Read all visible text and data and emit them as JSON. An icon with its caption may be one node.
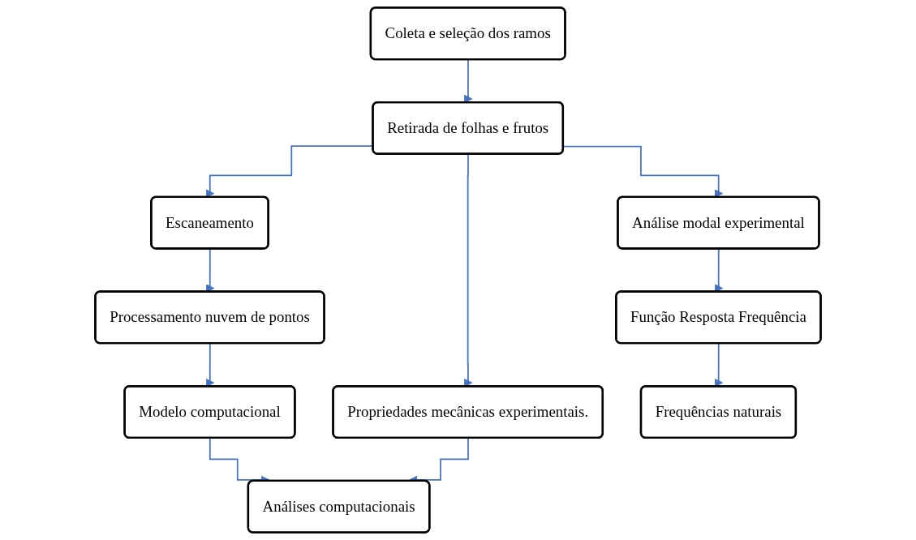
{
  "diagram": {
    "nodes": [
      {
        "text": [
          "Coleta e seleção dos ramos"
        ]
      },
      {
        "text": [
          "Retirada de folhas e frutos"
        ]
      },
      {
        "text": [
          "Escaneamento"
        ]
      },
      {
        "text": [
          "Propriedades mecânicas experimentais."
        ]
      },
      {
        "text": [
          "Análise modal experimental"
        ]
      },
      {
        "text": [
          "Processamento nuvem de pontos"
        ]
      },
      {
        "text": [
          "Modelo computacional"
        ]
      },
      {
        "text": [
          "Função Resposta Frequência"
        ]
      },
      {
        "text": [
          "Análises computacionais"
        ]
      },
      {
        "text": [
          "Frequências naturais"
        ]
      }
    ],
    "edges": [
      {
        "from": 0,
        "to": 1,
        "arrow": "to"
      },
      {
        "from": 1,
        "to": 2,
        "arrow": "to"
      },
      {
        "from": 1,
        "to": 3,
        "arrow": "to"
      },
      {
        "from": 1,
        "to": 4,
        "arrow": "to"
      },
      {
        "from": 2,
        "to": 5,
        "arrow": "to"
      },
      {
        "from": 5,
        "to": 6,
        "arrow": "to"
      },
      {
        "from": 6,
        "to": 8,
        "arrow": "to"
      },
      {
        "from": 3,
        "to": 8,
        "arrow": "to"
      },
      {
        "from": 4,
        "to": 7,
        "arrow": "to"
      },
      {
        "from": 7,
        "to": 9,
        "arrow": "to"
      }
    ]
  }
}
